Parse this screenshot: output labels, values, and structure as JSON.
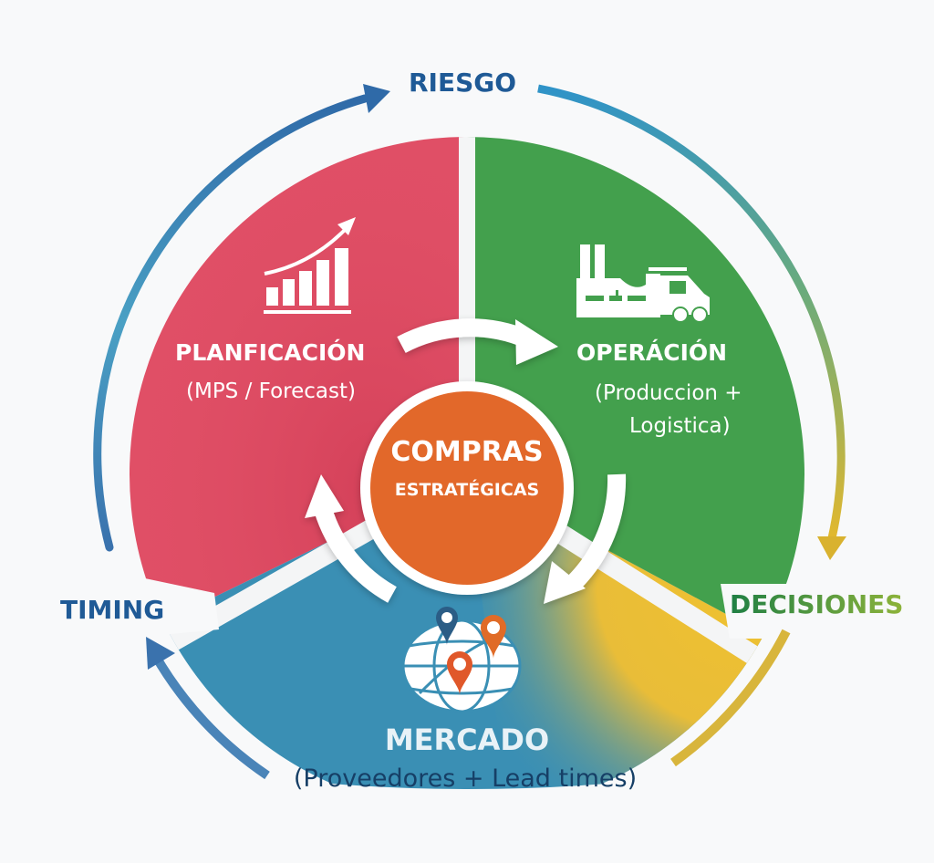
{
  "diagram": {
    "center": {
      "title": "COMPRAS",
      "subtitle": "ESTRATÉGICAS",
      "color": "#e2682a"
    },
    "segments": [
      {
        "id": "planificacion",
        "title": "PLANFICACIÓN",
        "subtitle": "(MPS / Forecast)",
        "icon": "growth-chart-icon",
        "color": "#e04f66"
      },
      {
        "id": "operacion",
        "title": "OPERÁCIÓN",
        "subtitle_line1": "(Produccion +",
        "subtitle_line2": "Logistica)",
        "icon": "factory-truck-icon",
        "color": "#43a04d"
      },
      {
        "id": "mercado",
        "title": "MERCADO",
        "subtitle": "(Proveedores + Lead times)",
        "icon": "globe-pins-icon",
        "color": "#3a8fb4",
        "accent_color": "#efc130"
      }
    ],
    "outer_labels": [
      {
        "id": "riesgo",
        "text": "RIESGO",
        "color": "#1f5a96"
      },
      {
        "id": "decisiones",
        "text": "DECISIONES",
        "color": "#2f8a45"
      },
      {
        "id": "timing",
        "text": "TIMING",
        "color": "#1f5a96"
      }
    ],
    "flow": "clockwise"
  }
}
